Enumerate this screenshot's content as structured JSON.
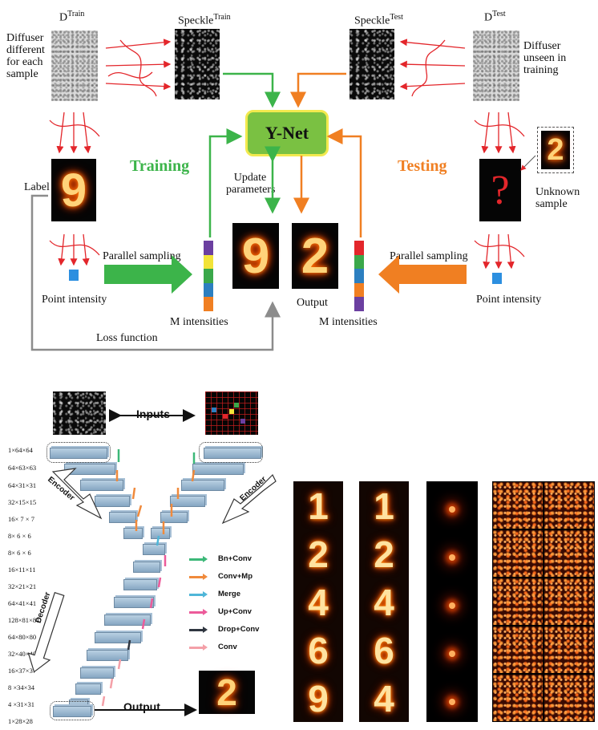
{
  "top": {
    "d_train": "D",
    "d_train_sup": "Train",
    "speckle_train": "Speckle",
    "speckle_train_sup": "Train",
    "speckle_test": "Speckle",
    "speckle_test_sup": "Test",
    "d_test": "D",
    "d_test_sup": "Test",
    "diffuser_left": [
      "Diffuser",
      "different",
      "for each",
      "sample"
    ],
    "diffuser_right": [
      "Diffuser",
      "unseen in",
      "training"
    ],
    "ynet": "Y-Net",
    "training": "Training",
    "testing": "Testing",
    "label": "Label",
    "update": [
      "Update",
      "parameters"
    ],
    "unknown": [
      "Unknown",
      "sample"
    ],
    "parallel_left": "Parallel sampling",
    "parallel_right": "Parallel sampling",
    "point_left": "Point intensity",
    "point_right": "Point intensity",
    "m_left": "M intensities",
    "m_right": "M intensities",
    "output": "Output",
    "loss": "Loss function",
    "digit_label": "9",
    "digit_pred": "9",
    "digit_output": "2",
    "digit_unknown": "2",
    "question": "?"
  },
  "net": {
    "inputs": "Inputs",
    "encoder_left": "Encoder",
    "encoder_right": "Encoder",
    "decoder": "Decoder",
    "output": "Output",
    "digit": "2",
    "dims": [
      "1×64×64",
      "64×63×63",
      "64×31×31",
      "32×15×15",
      "16× 7 × 7",
      "8× 6 × 6",
      "8× 6 × 6",
      "16×11×11",
      "32×21×21",
      "64×41×41",
      "128×81×81",
      "64×80×80",
      "32×40×40",
      "16×37×37",
      "8 ×34×34",
      "4 ×31×31",
      "1×28×28"
    ],
    "legend": [
      {
        "label": "Bn+Conv",
        "color": "#3cb878"
      },
      {
        "label": "Conv+Mp",
        "color": "#f08a3c"
      },
      {
        "label": "Merge",
        "color": "#4fb6d8"
      },
      {
        "label": "Up+Conv",
        "color": "#ec5b9a"
      },
      {
        "label": "Drop+Conv",
        "color": "#2f3640"
      },
      {
        "label": "Conv",
        "color": "#f4a0a8"
      }
    ]
  },
  "results": {
    "col1": [
      "1",
      "2",
      "4",
      "6",
      "9"
    ],
    "col2": [
      "1",
      "2",
      "4",
      "6",
      "4"
    ]
  },
  "colors": {
    "green": "#3cb44a",
    "orange": "#f07f22",
    "red": "#e3262b",
    "gray": "#8c8c8c",
    "ynet": "#7ac142",
    "ynet_border": "#f2e94e",
    "m_strip": [
      "#6b3fa0",
      "#2c7fc0",
      "#3aa84a",
      "#f2e338",
      "#e3262b"
    ]
  }
}
